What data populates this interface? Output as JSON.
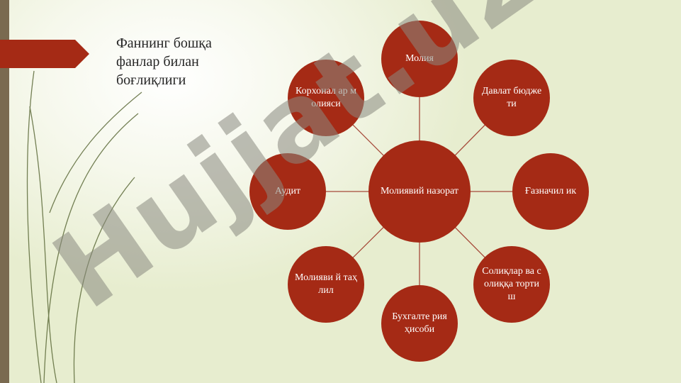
{
  "slide": {
    "title": "Фаннинг бошқа\nфанлар билан\nбоғлиқлиги",
    "background_color": "#f3f6e6",
    "accent_color": "#a52a15"
  },
  "diagram": {
    "center": "Молиявий назорат",
    "nodes": {
      "moliya": "Молия",
      "davlat_budjeti": "Давлат бюджети",
      "gaznachilik": "Ғазначил ик",
      "soliqlar": "Солиқлар ва солиққа тортиш",
      "buxgalteriya": "Бухгалте рия ҳисоби",
      "moliyaviy_tahlil": "Молияви й таҳлил",
      "audit": "Аудит",
      "korxonalar": "Корхонал ар молияси"
    },
    "node_color": "#a52a15",
    "connector_color": "#a64a3a"
  },
  "watermark": {
    "text": "Hujjat.uz",
    "color": "#8a8a80"
  }
}
